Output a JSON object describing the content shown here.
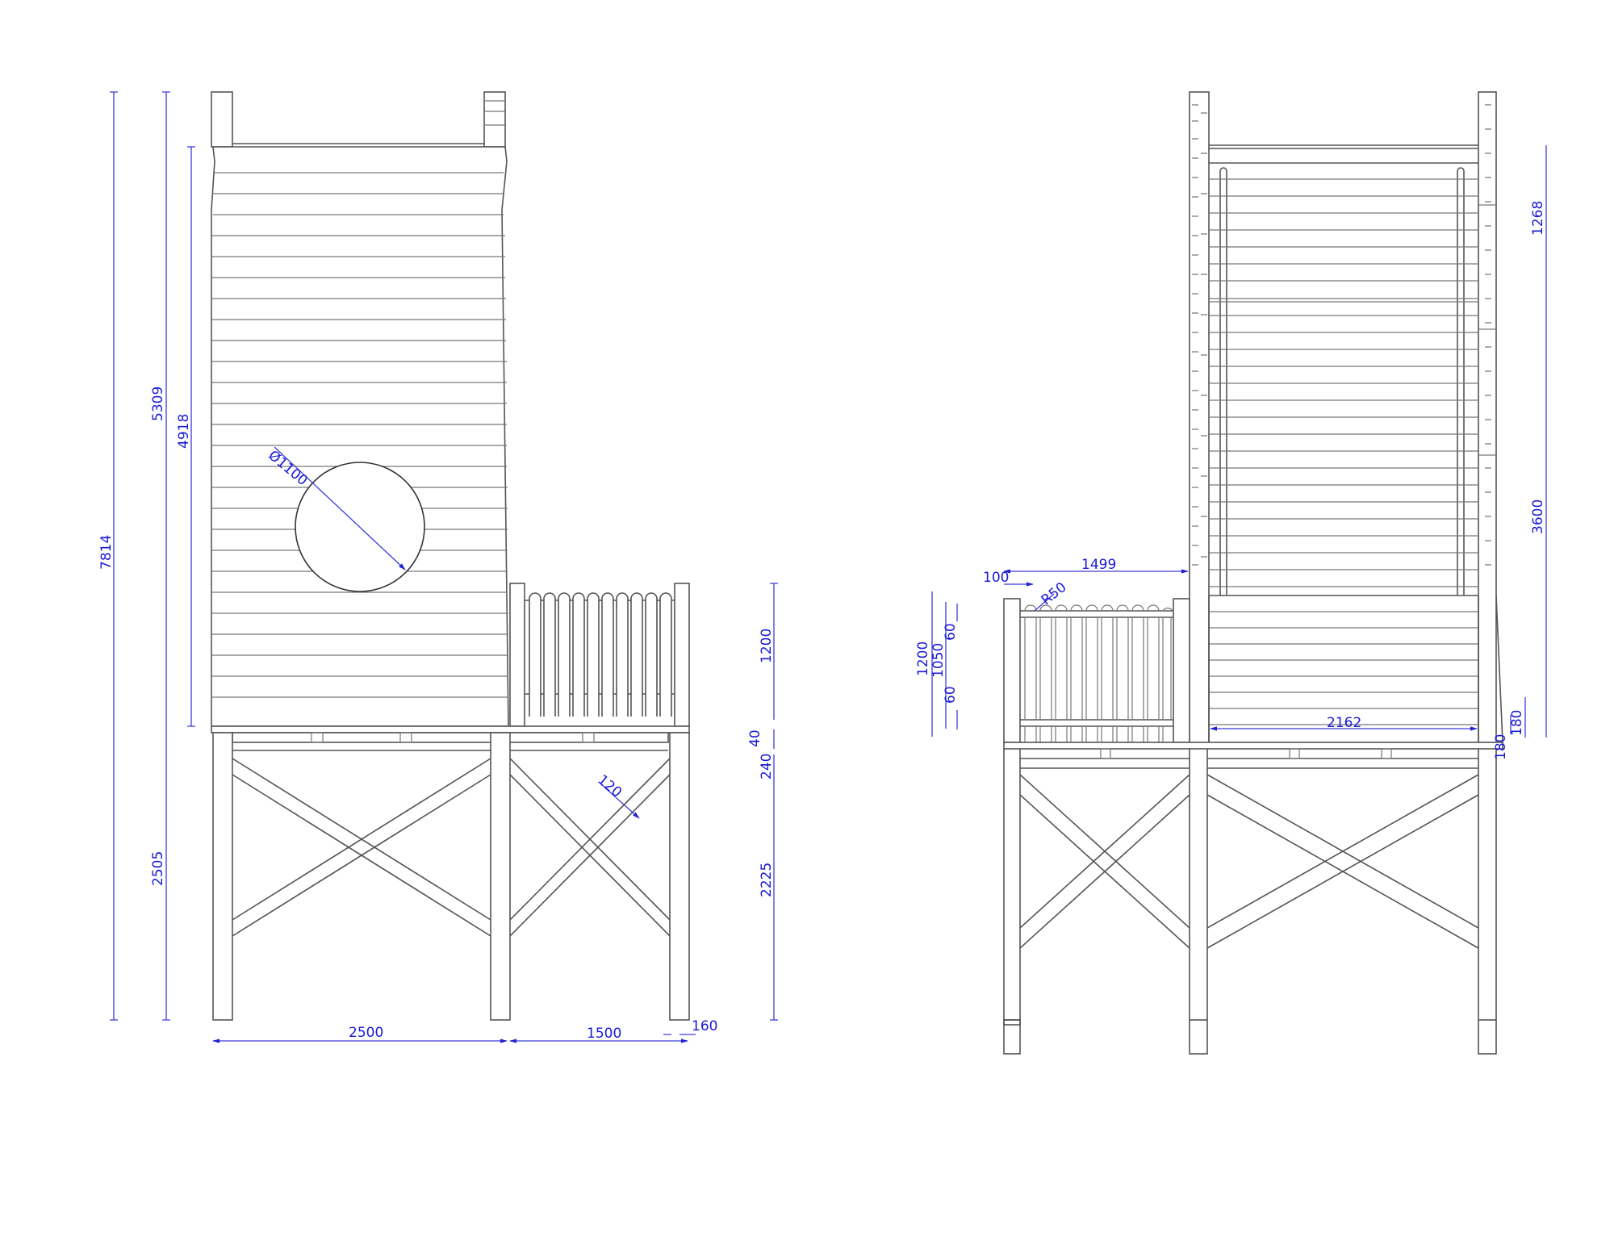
{
  "drawing": {
    "views": [
      {
        "id": "side-elevation",
        "dimensions": {
          "overall_height": "7814",
          "top_of_post_to_deck": "5309",
          "wall_height": "4918",
          "deck_to_ground": "2505",
          "porthole_diameter": "Ø1100",
          "rail_height": "1200",
          "rail_gap": "40",
          "deck_beam": "240",
          "leg_height": "2225",
          "brace_width": "120",
          "main_width": "2500",
          "porch_width": "1500",
          "post_width": "160"
        }
      },
      {
        "id": "front-elevation",
        "dimensions": {
          "rail_offset": "1499",
          "picket_offset": "100",
          "picket_radius": "R50",
          "rail_total_height": "1200",
          "rail_inner_height": "1050",
          "rail_top_gap": "60",
          "rail_bottom_gap": "60",
          "upper_panel": "1268",
          "lower_panel": "3600",
          "base_gap_a": "180",
          "base_gap_b": "180",
          "inner_width": "2162"
        }
      }
    ],
    "colors": {
      "dimension": "#1a1ad6",
      "line": "#555555",
      "background": "#ffffff"
    }
  }
}
